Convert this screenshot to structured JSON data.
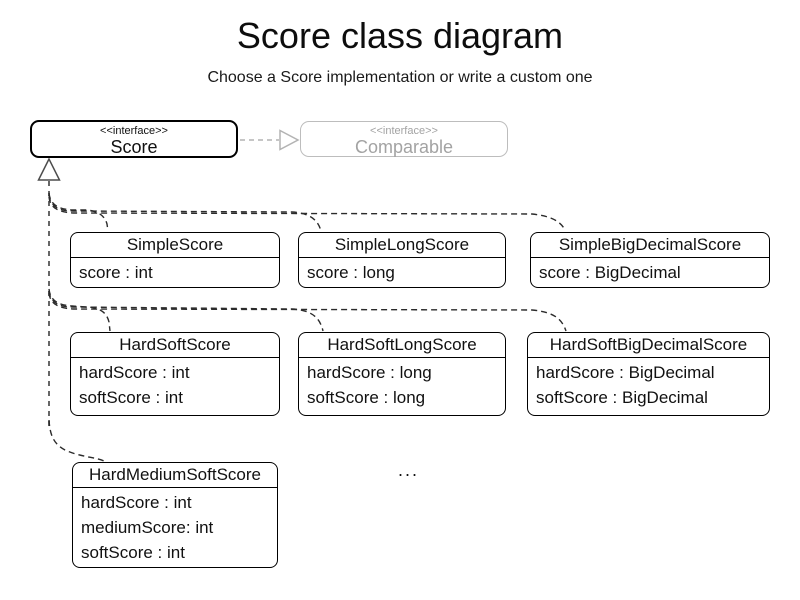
{
  "header": {
    "title": "Score class diagram",
    "subtitle": "Choose a Score implementation or write a custom one"
  },
  "interfaces": {
    "score": {
      "stereotype": "<<interface>>",
      "name": "Score"
    },
    "comparable": {
      "stereotype": "<<interface>>",
      "name": "Comparable"
    }
  },
  "classes": [
    {
      "name": "SimpleScore",
      "attrs": [
        "score : int"
      ]
    },
    {
      "name": "SimpleLongScore",
      "attrs": [
        "score : long"
      ]
    },
    {
      "name": "SimpleBigDecimalScore",
      "attrs": [
        "score : BigDecimal"
      ]
    },
    {
      "name": "HardSoftScore",
      "attrs": [
        "hardScore : int",
        "softScore : int"
      ]
    },
    {
      "name": "HardSoftLongScore",
      "attrs": [
        "hardScore : long",
        "softScore : long"
      ]
    },
    {
      "name": "HardSoftBigDecimalScore",
      "attrs": [
        "hardScore : BigDecimal",
        "softScore : BigDecimal"
      ]
    },
    {
      "name": "HardMediumSoftScore",
      "attrs": [
        "hardScore : int",
        "mediumScore: int",
        "softScore : int"
      ]
    }
  ],
  "ellipsis": "...",
  "colors": {
    "line": "#2b2b2b",
    "muted_line": "#b3b3b3",
    "muted_text": "#a3a3a3",
    "border": "#000000"
  }
}
